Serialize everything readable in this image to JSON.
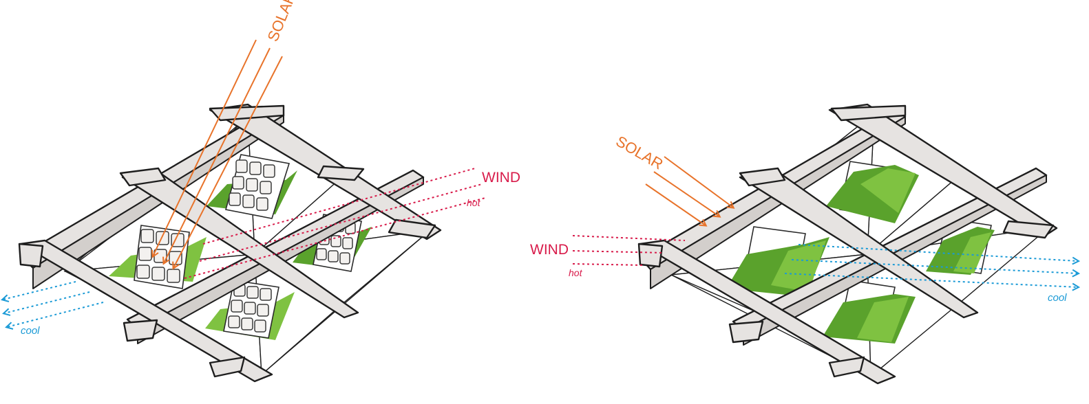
{
  "left": {
    "solar_label": "SOLAR",
    "wind_label": "WIND",
    "hot_label": "hot",
    "cool_label": "cool"
  },
  "right": {
    "solar_label": "SOLAR",
    "wind_label": "WIND",
    "hot_label": "hot",
    "cool_label": "cool"
  },
  "colors": {
    "solar": "#e8732a",
    "wind": "#d81b4a",
    "cool": "#1a9ad6",
    "grass": "#5aa22c",
    "structure": "#e6e3e1"
  }
}
